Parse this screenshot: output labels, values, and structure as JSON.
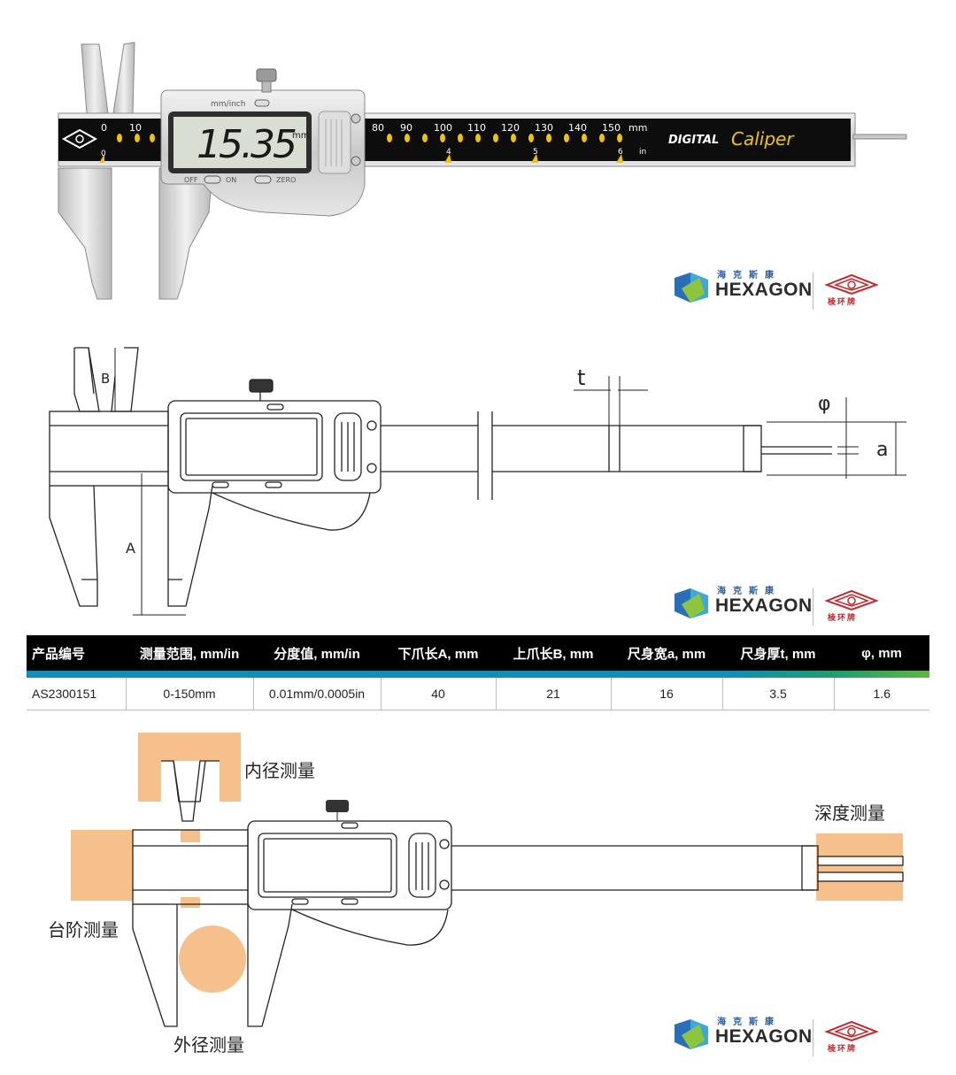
{
  "photo": {
    "display_value": "15.35",
    "display_unit": "mm",
    "mode_label": "mm/inch",
    "off_label": "OFF",
    "on_label": "ON",
    "zero_label": "ZERO",
    "scale_top": [
      "0",
      "10"
    ],
    "scale_right": [
      "80",
      "90",
      "100",
      "110",
      "120",
      "130",
      "140",
      "150"
    ],
    "scale_unit_mm": "mm",
    "scale_bottom_left": "0",
    "scale_inch": [
      "4",
      "5",
      "6"
    ],
    "scale_unit_in": "in",
    "brand_digital": "DIGITAL",
    "brand_caliper": "Caliper"
  },
  "logo": {
    "word": "HEXAGON",
    "cn": "海克斯康",
    "cn2": "棱环牌"
  },
  "drawing": {
    "label_t": "t",
    "label_phi": "φ",
    "label_a": "a",
    "label_A": "A",
    "label_B": "B"
  },
  "table": {
    "headers": [
      "产品编号",
      "测量范围, mm/in",
      "分度值, mm/in",
      "下爪长A, mm",
      "上爪长B, mm",
      "尺身宽a, mm",
      "尺身厚t, mm",
      "φ, mm"
    ],
    "rows": [
      [
        "AS2300151",
        "0-150mm",
        "0.01mm/0.0005in",
        "40",
        "21",
        "16",
        "3.5",
        "1.6"
      ]
    ]
  },
  "usage": {
    "inner": "内径测量",
    "depth": "深度测量",
    "step": "台阶测量",
    "outer": "外径测量"
  },
  "colors": {
    "accent_orange": "#f6c08d",
    "table_header": "#000000",
    "stripe_blue": "#0e8fb3",
    "stripe_green": "#5fb542",
    "scale_yellow": "#f2c300"
  }
}
